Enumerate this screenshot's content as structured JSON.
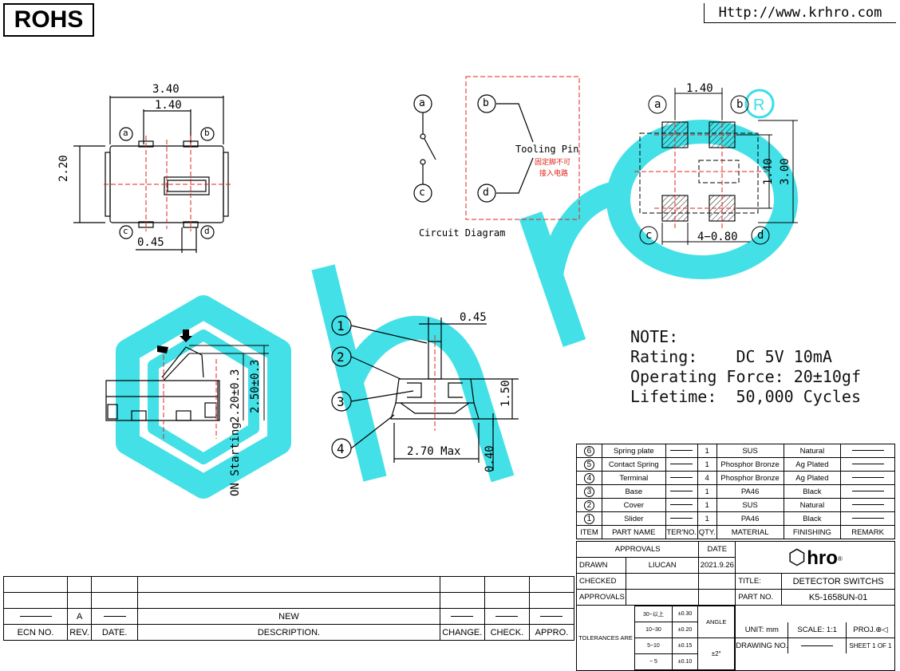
{
  "header": {
    "rohs": "ROHS",
    "url": "Http://www.krhro.com"
  },
  "top_view": {
    "width": "3.40",
    "pitch": "1.40",
    "height": "2.20",
    "pin_width": "0.45",
    "pin_a": "a",
    "pin_b": "b",
    "pin_c": "c",
    "pin_d": "d"
  },
  "circuit": {
    "label": "Circuit Diagram",
    "a": "a",
    "b": "b",
    "c": "c",
    "d": "d",
    "tooling_pin": "Tooling Pin",
    "cn_line1": "固定脚不可",
    "cn_line2": "接入电路"
  },
  "footprint": {
    "pitch_x": "1.40",
    "pitch_y": "1.40",
    "total_height": "3.00",
    "pads": "4−0.80",
    "a": "a",
    "b": "b",
    "c": "c",
    "d": "d"
  },
  "side_view": {
    "dim_220": "2.20±0.3",
    "dim_250": "2.50±0.3",
    "on_starting": "ON Starting"
  },
  "front_view": {
    "slider_width": "0.45",
    "height": "1.50",
    "terminal": "0.40",
    "width": "2.70 Max",
    "callouts": [
      "1",
      "2",
      "3",
      "4"
    ]
  },
  "note": {
    "title": "NOTE:",
    "rating_label": "Rating:",
    "rating_value": "DC 5V 10mA",
    "force_label": "Operating",
    "force_value": "Force: 20±10gf",
    "life_label": "Lifetime:",
    "life_value": "50,000 Cycles"
  },
  "bom": {
    "headers": [
      "ITEM",
      "PART NAME",
      "TER'NO.",
      "QTY.",
      "MATERIAL",
      "FINISHING",
      "REMARK"
    ],
    "rows": [
      {
        "item": "6",
        "name": "Spring plate",
        "qty": "1",
        "material": "SUS",
        "finishing": "Natural"
      },
      {
        "item": "5",
        "name": "Contact Spring",
        "qty": "1",
        "material": "Phosphor Bronze",
        "finishing": "Ag Plated"
      },
      {
        "item": "4",
        "name": "Terminal",
        "qty": "4",
        "material": "Phosphor Bronze",
        "finishing": "Ag Plated"
      },
      {
        "item": "3",
        "name": "Base",
        "qty": "1",
        "material": "PA46",
        "finishing": "Black"
      },
      {
        "item": "2",
        "name": "Cover",
        "qty": "1",
        "material": "SUS",
        "finishing": "Natural"
      },
      {
        "item": "1",
        "name": "Slider",
        "qty": "1",
        "material": "PA46",
        "finishing": "Black"
      }
    ]
  },
  "title_block": {
    "approvals": "APPROVALS",
    "date": "DATE",
    "drawn": "DRAWN",
    "drawn_by": "LIUCAN",
    "drawn_date": "2021.9.26",
    "checked": "CHECKED",
    "approvals2": "APPROVALS",
    "title_label": "TITLE:",
    "title": "DETECTOR SWITCHS",
    "part_label": "PART NO.",
    "part_no": "K5-1658UN-01",
    "tolerances": "TOLERANCES ARE",
    "tol_ranges": [
      "30~以上",
      "10~30",
      "5~10",
      "~ 5"
    ],
    "tol_values": [
      "±0.30",
      "±0.20",
      "±0.15",
      "±0.10"
    ],
    "angle": "ANGLE",
    "angle_value": "±2°",
    "unit": "UNIT: mm",
    "scale": "SCALE:",
    "scale_value": "1:1",
    "proj": "PROJ.",
    "drawing_no": "DRAWING NO.",
    "sheet": "SHEET",
    "sheet_value": "1 OF 1",
    "logo_text": "hro"
  },
  "revision": {
    "rev": "A",
    "desc": "NEW",
    "headers": [
      "ECN NO.",
      "REV.",
      "DATE.",
      "DESCRIPTION.",
      "CHANGE.",
      "CHECK.",
      "APPRO."
    ]
  },
  "colors": {
    "watermark": "#39dfe6",
    "dim_red": "#e0251b",
    "line": "#000000"
  }
}
